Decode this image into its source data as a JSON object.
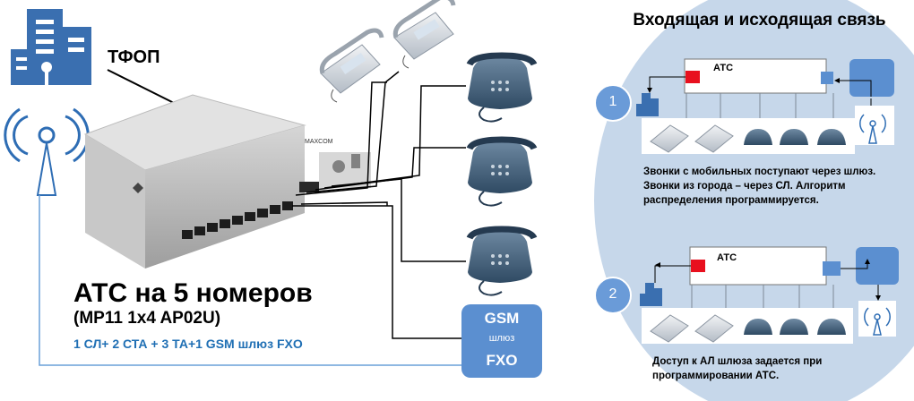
{
  "tfop_label": "ТФОП",
  "ats": {
    "title": "АТС на 5 номеров",
    "model": "(MP11 1x4 AP02U)",
    "config": "1 СЛ+ 2 СТА + 3 ТА+1 GSM шлюз FXO"
  },
  "gsm_gateway": {
    "top": "GSM",
    "middle": "шлюз",
    "bottom": "FXO"
  },
  "right_panel": {
    "title": "Входящая и исходящая связь",
    "scenarios": [
      {
        "number": "1",
        "box_label": "АТС",
        "description": "Звонки с мобильных поступают через шлюз. Звонки из города – через СЛ. Алгоритм распределения программируется."
      },
      {
        "number": "2",
        "box_label": "АТС",
        "description": "Доступ к АЛ шлюза задается при программировании АТС."
      }
    ]
  },
  "colors": {
    "panel_bg": "#c6d7ea",
    "accent_blue": "#5b8fd0",
    "circle_blue": "#6a9bd8",
    "red_port": "#e8101e",
    "config_text": "#1f6fb4"
  }
}
